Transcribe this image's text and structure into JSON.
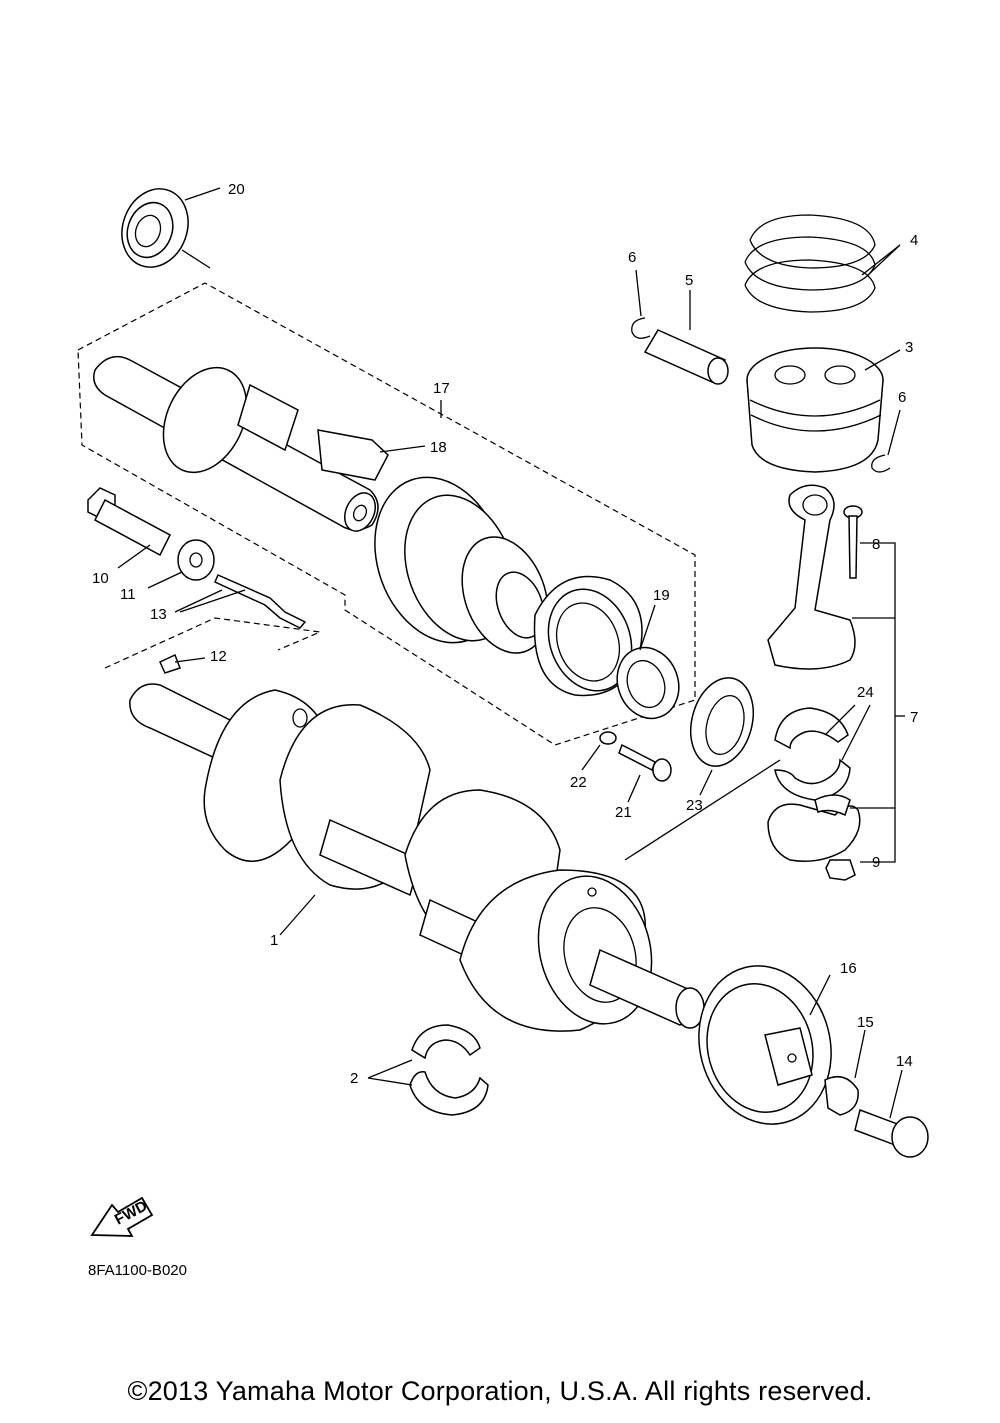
{
  "diagram": {
    "callouts": [
      {
        "id": "1",
        "text": "1"
      },
      {
        "id": "2",
        "text": "2"
      },
      {
        "id": "3",
        "text": "3"
      },
      {
        "id": "4",
        "text": "4"
      },
      {
        "id": "5",
        "text": "5"
      },
      {
        "id": "6a",
        "text": "6"
      },
      {
        "id": "6b",
        "text": "6"
      },
      {
        "id": "7",
        "text": "7"
      },
      {
        "id": "8",
        "text": "8"
      },
      {
        "id": "9",
        "text": "9"
      },
      {
        "id": "10",
        "text": "10"
      },
      {
        "id": "11",
        "text": "11"
      },
      {
        "id": "12",
        "text": "12"
      },
      {
        "id": "13",
        "text": "13"
      },
      {
        "id": "14",
        "text": "14"
      },
      {
        "id": "15",
        "text": "15"
      },
      {
        "id": "16",
        "text": "16"
      },
      {
        "id": "17",
        "text": "17"
      },
      {
        "id": "18",
        "text": "18"
      },
      {
        "id": "19",
        "text": "19"
      },
      {
        "id": "20",
        "text": "20"
      },
      {
        "id": "21",
        "text": "21"
      },
      {
        "id": "22",
        "text": "22"
      },
      {
        "id": "23",
        "text": "23"
      },
      {
        "id": "24",
        "text": "24"
      }
    ],
    "fwd_badge": "FWD",
    "code": "8FA1100-B020"
  },
  "footer": {
    "copyright": "©2013 Yamaha Motor Corporation, U.S.A. All rights reserved."
  }
}
